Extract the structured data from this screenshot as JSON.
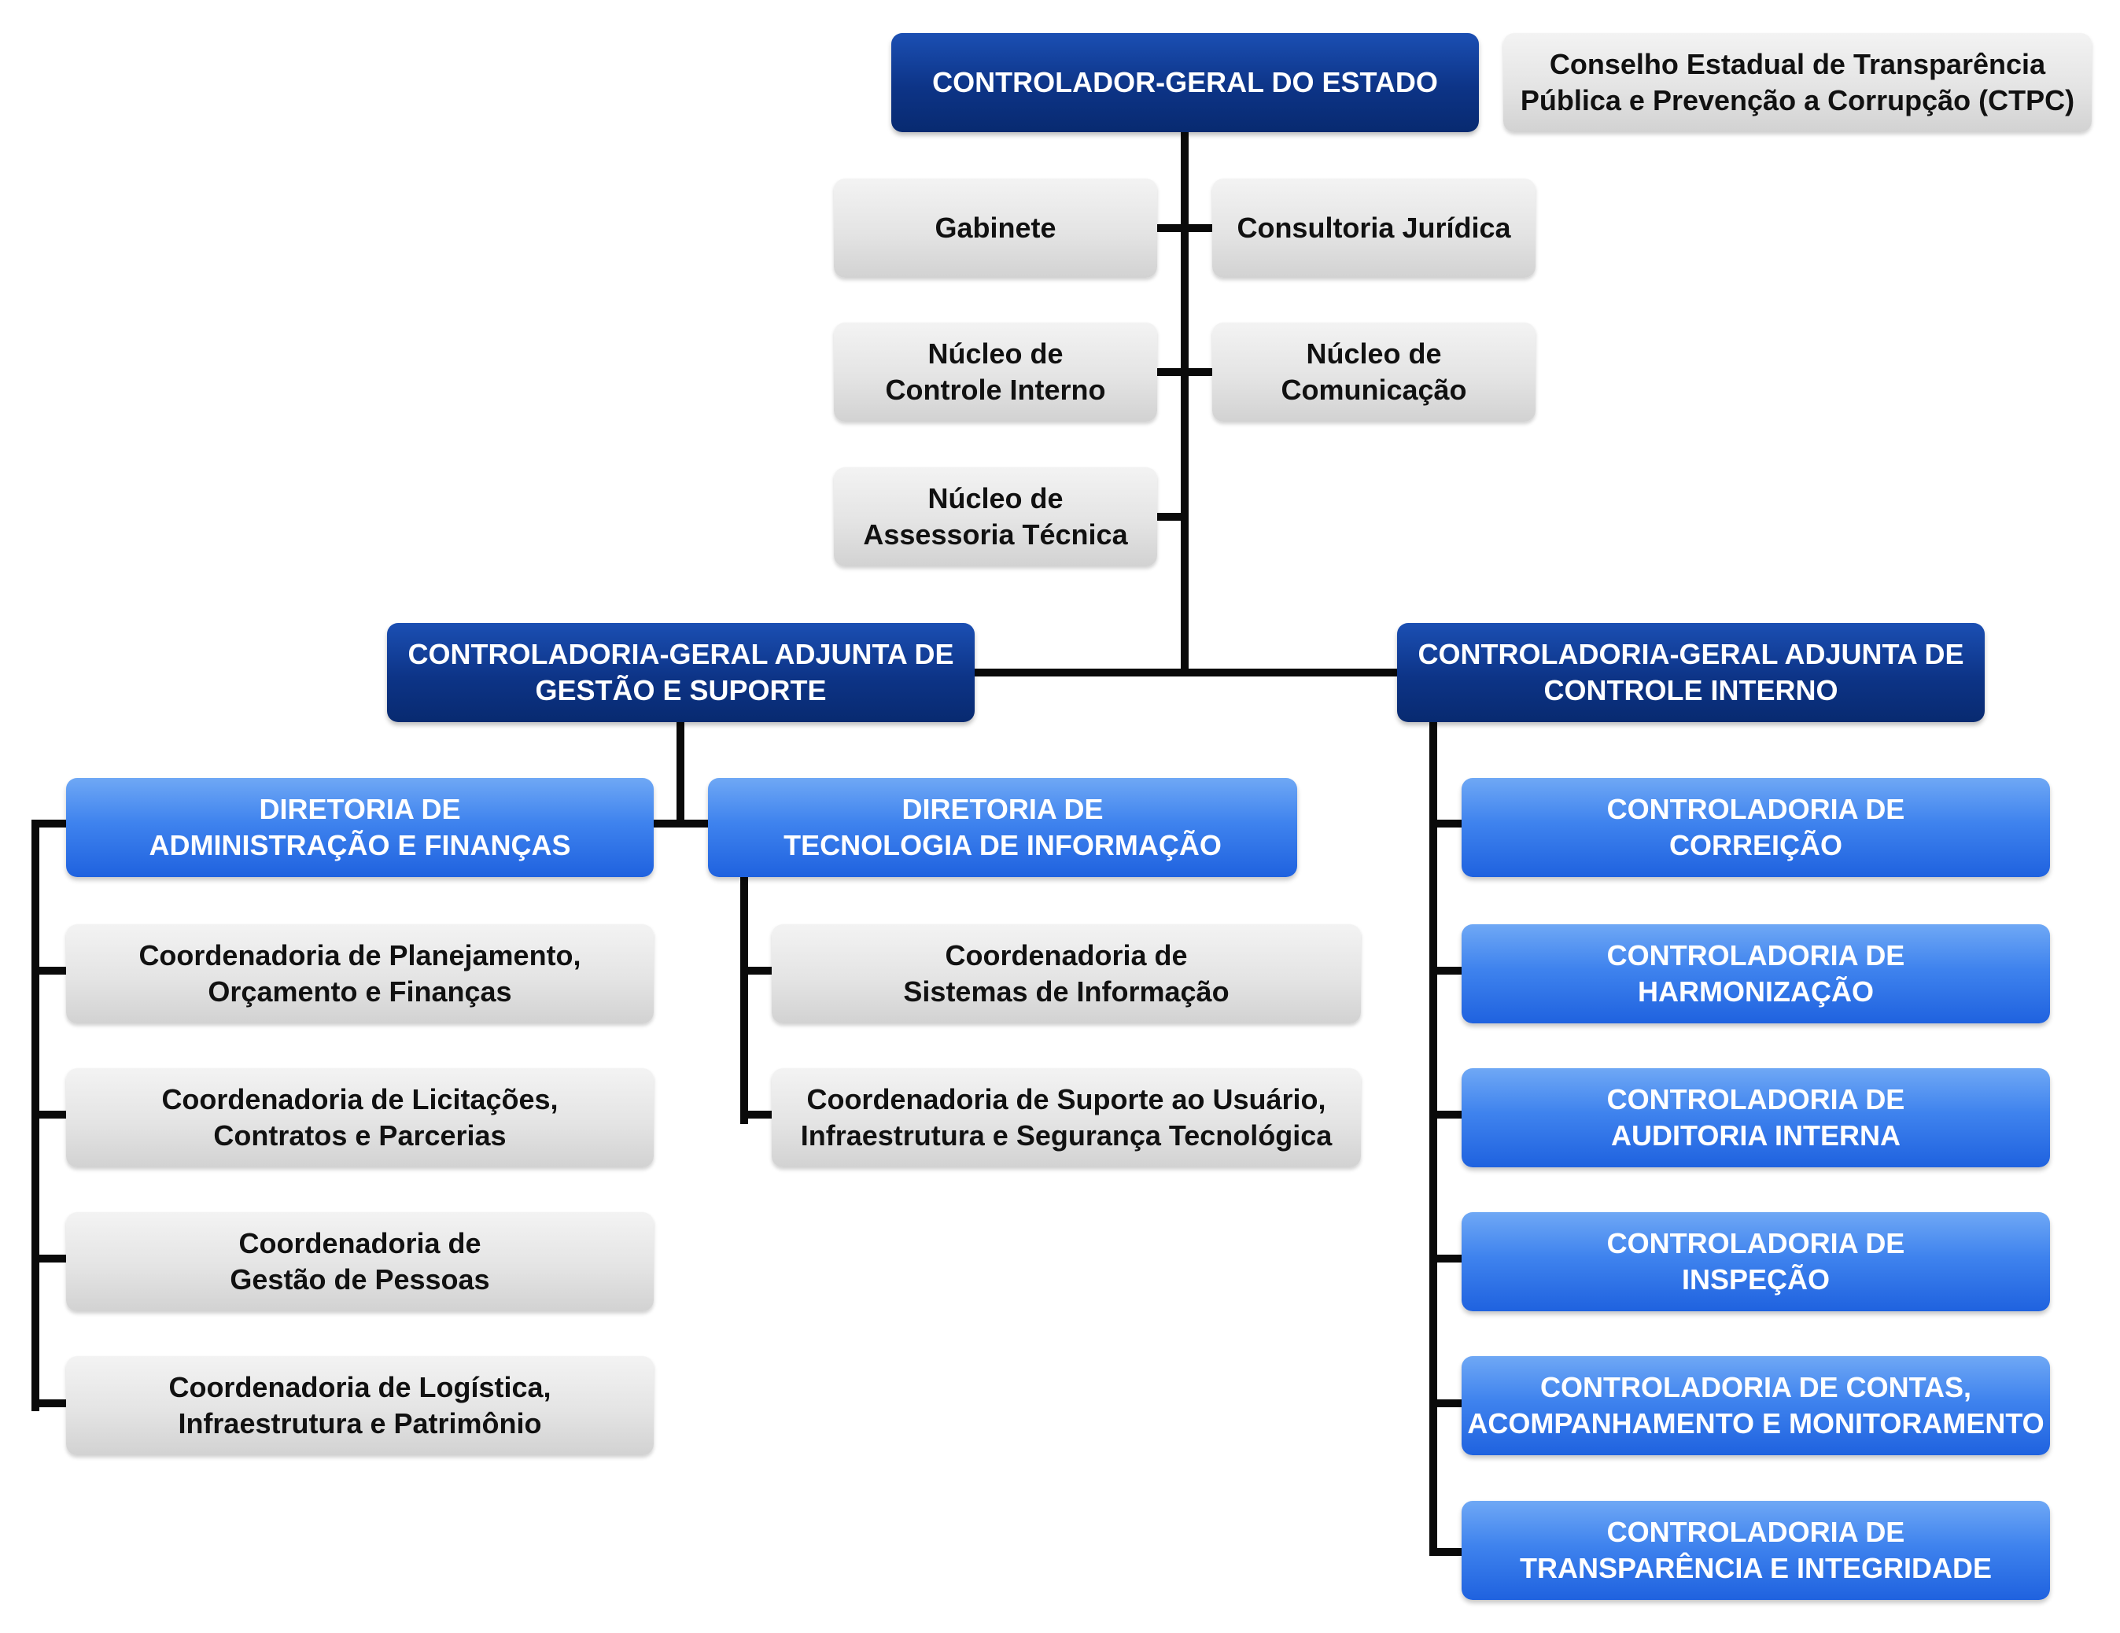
{
  "top": {
    "controlador": "CONTROLADOR-GERAL DO ESTADO",
    "conselho": "Conselho Estadual de Transparência\nPública e Prevenção a Corrupção (CTPC)"
  },
  "staff": {
    "gabinete": "Gabinete",
    "consultoria": "Consultoria Jurídica",
    "nucleo_controle": "Núcleo de\nControle Interno",
    "nucleo_comunicacao": "Núcleo de\nComunicação",
    "nucleo_assessoria": "Núcleo de\nAssessoria Técnica"
  },
  "adjunta_gestao": {
    "title": "CONTROLADORIA-GERAL ADJUNTA DE\nGESTÃO E SUPORTE",
    "dir_adm": {
      "title": "DIRETORIA DE\nADMINISTRAÇÃO E FINANÇAS",
      "items": [
        "Coordenadoria de Planejamento,\nOrçamento e Finanças",
        "Coordenadoria de Licitações,\nContratos e Parcerias",
        "Coordenadoria de\nGestão de Pessoas",
        "Coordenadoria de Logística,\nInfraestrutura e Patrimônio"
      ]
    },
    "dir_ti": {
      "title": "DIRETORIA DE\nTECNOLOGIA DE INFORMAÇÃO",
      "items": [
        "Coordenadoria de\nSistemas de Informação",
        "Coordenadoria de Suporte ao Usuário,\nInfraestrutura e Segurança Tecnológica"
      ]
    }
  },
  "adjunta_controle": {
    "title": "CONTROLADORIA-GERAL ADJUNTA DE\nCONTROLE INTERNO",
    "items": [
      "CONTROLADORIA DE\nCORREIÇÃO",
      "CONTROLADORIA DE\nHARMONIZAÇÃO",
      "CONTROLADORIA DE\nAUDITORIA INTERNA",
      "CONTROLADORIA DE\nINSPEÇÃO",
      "CONTROLADORIA DE CONTAS,\nACOMPANHAMENTO E MONITORAMENTO",
      "CONTROLADORIA DE\nTRANSPARÊNCIA E INTEGRIDADE"
    ]
  },
  "colors": {
    "dark_box": "#0d3487",
    "blue_box": "#3f83ee",
    "gray_box": "#e4e4e4",
    "connector": "#0a0a0a"
  }
}
